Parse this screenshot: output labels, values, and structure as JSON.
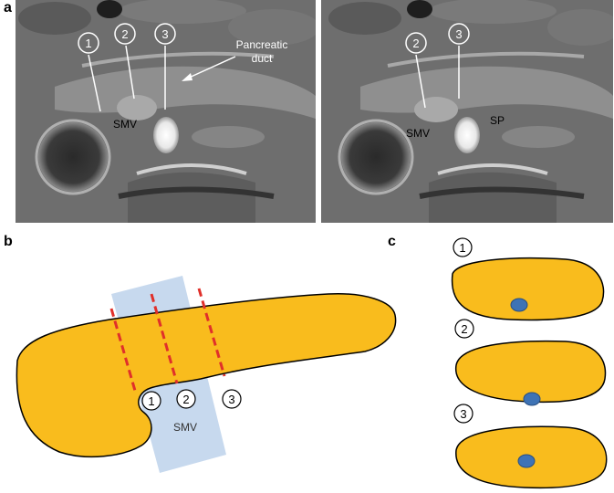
{
  "panels": {
    "a": "a",
    "b": "b",
    "c": "c"
  },
  "mri_left": {
    "numbers": [
      "1",
      "2",
      "3"
    ],
    "label_smv": "SMV",
    "label_duct_line1": "Pancreatic",
    "label_duct_line2": "duct"
  },
  "mri_right": {
    "numbers": [
      "2",
      "3"
    ],
    "label_smv": "SMV",
    "label_sp": "SP"
  },
  "diagram_b": {
    "numbers": [
      "1",
      "2",
      "3"
    ],
    "label_smv": "SMV"
  },
  "diagram_c": {
    "numbers": [
      "1",
      "2",
      "3"
    ]
  },
  "colors": {
    "pancreas_fill": "#F9BC1D",
    "smv_band": "#C7D9EE",
    "cut_line": "#E0302A",
    "duct_dot": "#3E73B5",
    "mri_background": "#6f6f6f"
  }
}
